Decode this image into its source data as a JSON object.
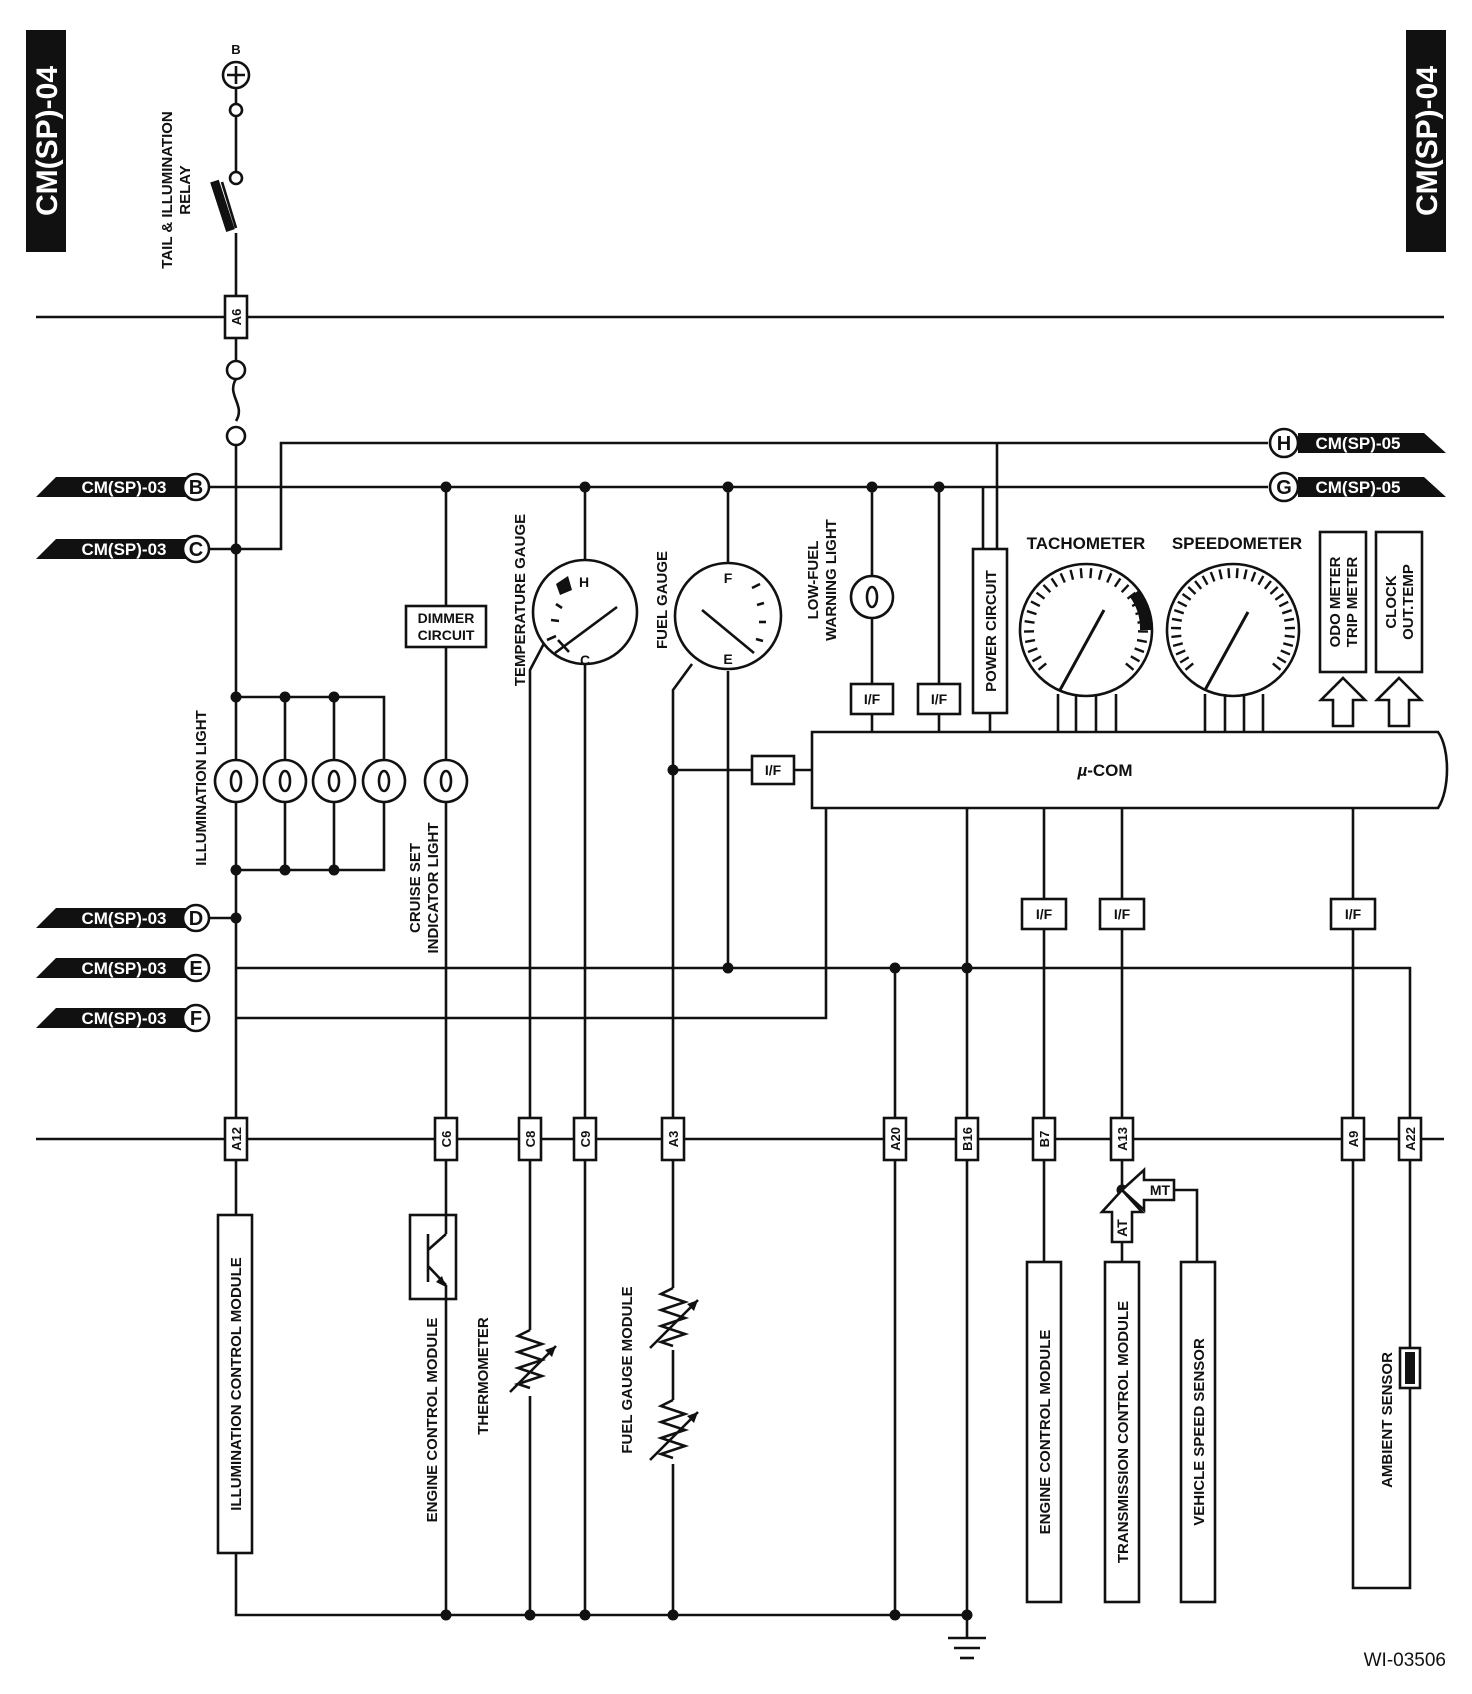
{
  "page_ref": "CM(SP)-04",
  "figure_id": "WI-03506",
  "power": {
    "terminal": "B"
  },
  "relay": {
    "label_line1": "TAIL & ILLUMINATION",
    "label_line2": "RELAY"
  },
  "connectors": {
    "a6": "A6",
    "a12": "A12",
    "c6": "C6",
    "c8": "C8",
    "c9": "C9",
    "a3": "A3",
    "a20": "A20",
    "b16": "B16",
    "b7": "B7",
    "a13": "A13",
    "a9": "A9",
    "a22": "A22"
  },
  "offpage": {
    "left_ref": "CM(SP)-03",
    "right_ref": "CM(SP)-05",
    "b": "B",
    "c": "C",
    "d": "D",
    "e": "E",
    "f": "F",
    "g": "G",
    "h": "H"
  },
  "meter": {
    "dimmer_line1": "DIMMER",
    "dimmer_line2": "CIRCUIT",
    "illumination_light": "ILLUMINATION LIGHT",
    "cruise_line1": "CRUISE SET",
    "cruise_line2": "INDICATOR LIGHT",
    "temperature_gauge": "TEMPERATURE GAUGE",
    "fuel_gauge": "FUEL GAUGE",
    "low_fuel_line1": "LOW-FUEL",
    "low_fuel_line2": "WARNING LIGHT",
    "power_circuit": "POWER CIRCUIT",
    "tachometer": "TACHOMETER",
    "speedometer": "SPEEDOMETER",
    "odo_line1": "ODO METER",
    "odo_line2": "TRIP METER",
    "clock_line1": "CLOCK",
    "clock_line2": "OUT.TEMP",
    "ucom": "-COM",
    "ucom_mu": "µ",
    "interface": "I/F",
    "gauge_h": "H",
    "gauge_c": "C",
    "gauge_f": "F",
    "gauge_e": "E"
  },
  "components": {
    "illumination_control_module": "ILLUMINATION CONTROL MODULE",
    "engine_control_module": "ENGINE CONTROL MODULE",
    "thermometer": "THERMOMETER",
    "fuel_gauge_module": "FUEL GAUGE MODULE",
    "transmission_control_module": "TRANSMISSION CONTROL MODULE",
    "vehicle_speed_sensor": "VEHICLE SPEED SENSOR",
    "ambient_sensor": "AMBIENT SENSOR",
    "at": "AT",
    "mt": "MT"
  }
}
